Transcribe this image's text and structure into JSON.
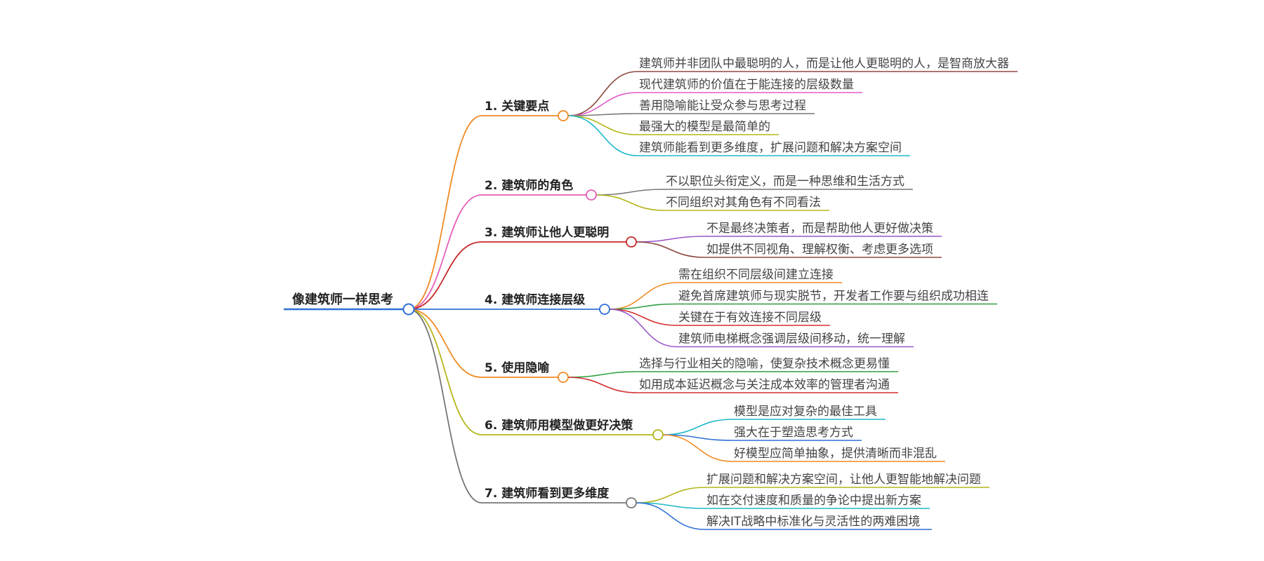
{
  "root": {
    "label": "像建筑师一样思考",
    "color": "#2f6fd6"
  },
  "branches": [
    {
      "label": "1. 关键要点",
      "color": "#f08a24",
      "leaves": [
        {
          "label": "建筑师并非团队中最聪明的人，而是让他人更聪明的人，是智商放大器",
          "color": "#8b4a3e"
        },
        {
          "label": "现代建筑师的价值在于能连接的层级数量",
          "color": "#e05bc8"
        },
        {
          "label": "善用隐喻能让受众参与思考过程",
          "color": "#777777"
        },
        {
          "label": "最强大的模型是最简单的",
          "color": "#b5b51c"
        },
        {
          "label": "建筑师能看到更多维度，扩展问题和解决方案空间",
          "color": "#1fb8c8"
        }
      ]
    },
    {
      "label": "2. 建筑师的角色",
      "color": "#e45fb5",
      "leaves": [
        {
          "label": "不以职位头衔定义，而是一种思维和生活方式",
          "color": "#777777"
        },
        {
          "label": "不同组织对其角色有不同看法",
          "color": "#b5b51c"
        }
      ]
    },
    {
      "label": "3. 建筑师让他人更聪明",
      "color": "#c62828",
      "leaves": [
        {
          "label": "不是最终决策者，而是帮助他人更好做决策",
          "color": "#9a55c8"
        },
        {
          "label": "如提供不同视角、理解权衡、考虑更多选项",
          "color": "#8b4a3e"
        }
      ]
    },
    {
      "label": "4. 建筑师连接层级",
      "color": "#2f6fd6",
      "leaves": [
        {
          "label": "需在组织不同层级间建立连接",
          "color": "#f08a24"
        },
        {
          "label": "避免首席建筑师与现实脱节，开发者工作要与组织成功相连",
          "color": "#2e9e3e"
        },
        {
          "label": "关键在于有效连接不同层级",
          "color": "#d32f2f"
        },
        {
          "label": "建筑师电梯概念强调层级间移动，统一理解",
          "color": "#9a55c8"
        }
      ]
    },
    {
      "label": "5. 使用隐喻",
      "color": "#f08a24",
      "leaves": [
        {
          "label": "选择与行业相关的隐喻，使复杂技术概念更易懂",
          "color": "#2e9e3e"
        },
        {
          "label": "如用成本延迟概念与关注成本效率的管理者沟通",
          "color": "#d32f2f"
        }
      ]
    },
    {
      "label": "6. 建筑师用模型做更好决策",
      "color": "#b5b51c",
      "leaves": [
        {
          "label": "模型是应对复杂的最佳工具",
          "color": "#1fb8c8"
        },
        {
          "label": "强大在于塑造思考方式",
          "color": "#2f6fd6"
        },
        {
          "label": "好模型应简单抽象，提供清晰而非混乱",
          "color": "#f08a24"
        }
      ]
    },
    {
      "label": "7. 建筑师看到更多维度",
      "color": "#777777",
      "leaves": [
        {
          "label": "扩展问题和解决方案空间，让他人更智能地解决问题",
          "color": "#b5b51c"
        },
        {
          "label": "如在交付速度和质量的争论中提出新方案",
          "color": "#1fb8c8"
        },
        {
          "label": "解决IT战略中标准化与灵活性的两难困境",
          "color": "#2f6fd6"
        }
      ]
    }
  ]
}
